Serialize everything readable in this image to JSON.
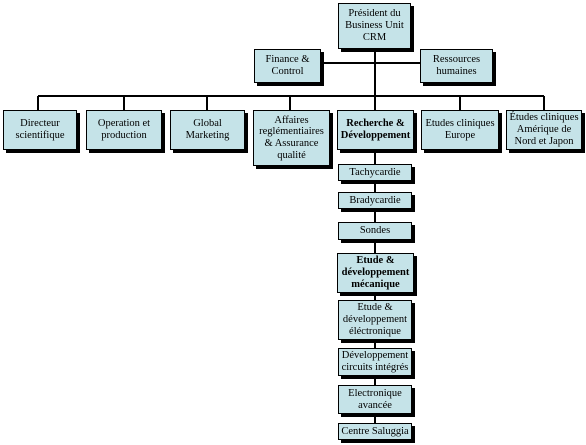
{
  "colors": {
    "box_fill": "#c5e3e8",
    "line": "#000000",
    "shadow": "#000000"
  },
  "org_chart": {
    "root": {
      "label": "Président du\nBusiness Unit\nCRM"
    },
    "staff": [
      {
        "label": "Finance &\nControl"
      },
      {
        "label": "Ressources\nhumaines"
      }
    ],
    "departments": [
      {
        "label": "Directeur\nscientifique"
      },
      {
        "label": "Operation et\nproduction"
      },
      {
        "label": "Global\nMarketing"
      },
      {
        "label": "Affaires\nreglémentiaires\n& Assurance\nqualité"
      },
      {
        "label": "Recherche &\nDéveloppement",
        "bold": true
      },
      {
        "label": "Etudes cliniques\nEurope"
      },
      {
        "label": "Études cliniques\nAmérique de\nNord et Japon"
      }
    ],
    "rd_units": [
      {
        "label": "Tachycardie"
      },
      {
        "label": "Bradycardie"
      },
      {
        "label": "Sondes"
      },
      {
        "label": "Etude &\ndéveloppement\nmécanique",
        "bold": true
      },
      {
        "label": "Etude &\ndéveloppement\néléctronique"
      },
      {
        "label": "Développement\ncircuits intégrés"
      },
      {
        "label": "Electronique\navancée"
      },
      {
        "label": "Centre Saluggia"
      }
    ]
  }
}
